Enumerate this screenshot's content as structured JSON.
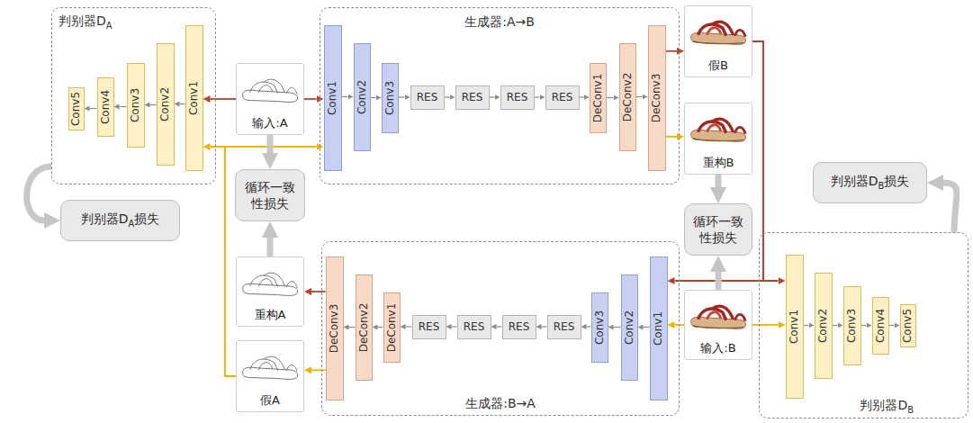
{
  "diagram": {
    "nodes": [
      {
        "text": [
          "判别器DA"
        ]
      },
      {
        "text": [
          "Conv5"
        ],
        "in": 0
      },
      {
        "text": [
          "Conv4"
        ],
        "in": 0
      },
      {
        "text": [
          "Conv3"
        ],
        "in": 0
      },
      {
        "text": [
          "Conv2"
        ],
        "in": 0
      },
      {
        "text": [
          "Conv1"
        ],
        "in": 0
      },
      {
        "text": [
          "生成器:A→B"
        ]
      },
      {
        "text": [
          "Conv1"
        ],
        "in": 6
      },
      {
        "text": [
          "Conv2"
        ],
        "in": 6
      },
      {
        "text": [
          "Conv3"
        ],
        "in": 6
      },
      {
        "text": [
          "RES"
        ],
        "in": 6
      },
      {
        "text": [
          "RES"
        ],
        "in": 6
      },
      {
        "text": [
          "RES"
        ],
        "in": 6
      },
      {
        "text": [
          "RES"
        ],
        "in": 6
      },
      {
        "text": [
          "DeConv1"
        ],
        "in": 6
      },
      {
        "text": [
          "DeConv2"
        ],
        "in": 6
      },
      {
        "text": [
          "DeConv3"
        ],
        "in": 6
      },
      {
        "text": [
          "假B"
        ]
      },
      {
        "text": [
          "输入:A"
        ]
      },
      {
        "text": [
          "重构B"
        ]
      },
      {
        "text": [
          "判别器DA损失"
        ]
      },
      {
        "text": [
          "循环一致性损失"
        ]
      },
      {
        "text": [
          "循环一致性损失"
        ]
      },
      {
        "text": [
          "判别器DB损失"
        ]
      },
      {
        "text": [
          "重构A"
        ]
      },
      {
        "text": [
          "假A"
        ]
      },
      {
        "text": [
          "生成器:B→A"
        ]
      },
      {
        "text": [
          "DeConv3"
        ],
        "in": 26
      },
      {
        "text": [
          "DeConv2"
        ],
        "in": 26
      },
      {
        "text": [
          "DeConv1"
        ],
        "in": 26
      },
      {
        "text": [
          "RES"
        ],
        "in": 26
      },
      {
        "text": [
          "RES"
        ],
        "in": 26
      },
      {
        "text": [
          "RES"
        ],
        "in": 26
      },
      {
        "text": [
          "RES"
        ],
        "in": 26
      },
      {
        "text": [
          "Conv3"
        ],
        "in": 26
      },
      {
        "text": [
          "Conv2"
        ],
        "in": 26
      },
      {
        "text": [
          "Conv1"
        ],
        "in": 26
      },
      {
        "text": [
          "输入:B"
        ]
      },
      {
        "text": [
          "判别器DB"
        ]
      },
      {
        "text": [
          "Conv1"
        ],
        "in": 38
      },
      {
        "text": [
          "Conv2"
        ],
        "in": 38
      },
      {
        "text": [
          "Conv3"
        ],
        "in": 38
      },
      {
        "text": [
          "Conv4"
        ],
        "in": 38
      },
      {
        "text": [
          "Conv5"
        ],
        "in": 38
      }
    ],
    "edges": [
      {
        "from": 5,
        "to": 4,
        "arrow": "to"
      },
      {
        "from": 4,
        "to": 3,
        "arrow": "to"
      },
      {
        "from": 3,
        "to": 2,
        "arrow": "to"
      },
      {
        "from": 2,
        "to": 1,
        "arrow": "to"
      },
      {
        "from": 18,
        "to": 5,
        "arrow": "to"
      },
      {
        "from": 18,
        "to": 7,
        "arrow": "to"
      },
      {
        "from": 7,
        "to": 8,
        "arrow": "to"
      },
      {
        "from": 8,
        "to": 9,
        "arrow": "to"
      },
      {
        "from": 9,
        "to": 10,
        "arrow": "to"
      },
      {
        "from": 10,
        "to": 11,
        "arrow": "to"
      },
      {
        "from": 11,
        "to": 12,
        "arrow": "to"
      },
      {
        "from": 12,
        "to": 13,
        "arrow": "to"
      },
      {
        "from": 13,
        "to": 14,
        "arrow": "to"
      },
      {
        "from": 14,
        "to": 15,
        "arrow": "to"
      },
      {
        "from": 15,
        "to": 16,
        "arrow": "to"
      },
      {
        "from": 16,
        "to": 17,
        "arrow": "to"
      },
      {
        "from": 16,
        "to": 19,
        "arrow": "to"
      },
      {
        "from": 17,
        "to": 39,
        "arrow": "to"
      },
      {
        "from": 17,
        "to": 36,
        "arrow": "to"
      },
      {
        "from": 36,
        "to": 35,
        "arrow": "to"
      },
      {
        "from": 35,
        "to": 34,
        "arrow": "to"
      },
      {
        "from": 34,
        "to": 33,
        "arrow": "to"
      },
      {
        "from": 33,
        "to": 32,
        "arrow": "to"
      },
      {
        "from": 32,
        "to": 31,
        "arrow": "to"
      },
      {
        "from": 31,
        "to": 30,
        "arrow": "to"
      },
      {
        "from": 30,
        "to": 29,
        "arrow": "to"
      },
      {
        "from": 29,
        "to": 28,
        "arrow": "to"
      },
      {
        "from": 28,
        "to": 27,
        "arrow": "to"
      },
      {
        "from": 27,
        "to": 24,
        "arrow": "to"
      },
      {
        "from": 27,
        "to": 25,
        "arrow": "to"
      },
      {
        "from": 25,
        "to": 5,
        "arrow": "to"
      },
      {
        "from": 25,
        "to": 7,
        "arrow": "to"
      },
      {
        "from": 18,
        "to": 21,
        "arrow": "to"
      },
      {
        "from": 24,
        "to": 21,
        "arrow": "to"
      },
      {
        "from": 19,
        "to": 22,
        "arrow": "to"
      },
      {
        "from": 37,
        "to": 22,
        "arrow": "to"
      },
      {
        "from": 37,
        "to": 39,
        "arrow": "to"
      },
      {
        "from": 37,
        "to": 36,
        "arrow": "to"
      },
      {
        "from": 39,
        "to": 40,
        "arrow": "to"
      },
      {
        "from": 40,
        "to": 41,
        "arrow": "to"
      },
      {
        "from": 41,
        "to": 42,
        "arrow": "to"
      },
      {
        "from": 42,
        "to": 43,
        "arrow": "to"
      },
      {
        "from": 0,
        "to": 20,
        "arrow": "to"
      },
      {
        "from": 38,
        "to": 23,
        "arrow": "to"
      }
    ]
  }
}
